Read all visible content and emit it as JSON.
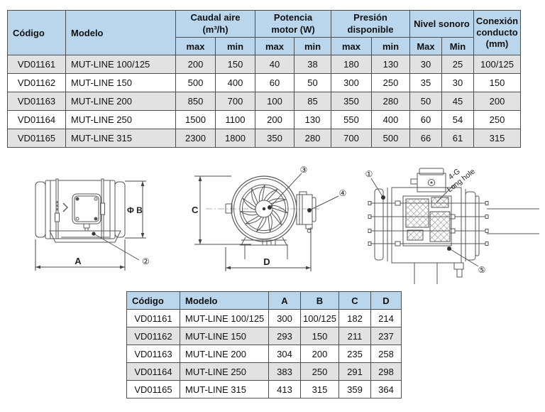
{
  "colors": {
    "header_blue": "#b9d6ed",
    "row_gray": "#e2e2e2",
    "row_white": "#ffffff",
    "border": "#4d4d4d",
    "line_gray": "#555555"
  },
  "spec_table": {
    "header": {
      "codigo": "Código",
      "modelo": "Modelo",
      "caudal": [
        "Caudal aire",
        "(m³/h)"
      ],
      "potencia": [
        "Potencia",
        "motor (W)"
      ],
      "presion": [
        "Presión",
        "disponible"
      ],
      "nivel": "Nivel sonoro",
      "conexion": [
        "Conexión",
        "conducto",
        "(mm)"
      ],
      "max_lc": "max",
      "min_lc": "min",
      "max_uc": "Max",
      "min_uc": "Min"
    },
    "rows": [
      [
        "VD01161",
        "MUT-LINE 100/125",
        "200",
        "150",
        "40",
        "38",
        "180",
        "130",
        "30",
        "25",
        "100/125"
      ],
      [
        "VD01162",
        "MUT-LINE 150",
        "500",
        "400",
        "60",
        "50",
        "300",
        "250",
        "35",
        "30",
        "150"
      ],
      [
        "VD01163",
        "MUT-LINE 200",
        "850",
        "700",
        "100",
        "85",
        "350",
        "280",
        "50",
        "45",
        "200"
      ],
      [
        "VD01164",
        "MUT-LINE 250",
        "1500",
        "1100",
        "200",
        "130",
        "550",
        "400",
        "60",
        "54",
        "250"
      ],
      [
        "VD01165",
        "MUT-LINE 315",
        "2300",
        "1800",
        "350",
        "280",
        "700",
        "500",
        "66",
        "61",
        "315"
      ]
    ]
  },
  "dims_table": {
    "header": [
      "Código",
      "Modelo",
      "A",
      "B",
      "C",
      "D"
    ],
    "rows": [
      [
        "VD01161",
        "MUT-LINE 100/125",
        "300",
        "100/125",
        "182",
        "214"
      ],
      [
        "VD01162",
        "MUT-LINE 150",
        "293",
        "150",
        "211",
        "237"
      ],
      [
        "VD01163",
        "MUT-LINE 200",
        "304",
        "200",
        "235",
        "258"
      ],
      [
        "VD01164",
        "MUT-LINE 250",
        "383",
        "250",
        "291",
        "298"
      ],
      [
        "VD01165",
        "MUT-LINE 315",
        "413",
        "315",
        "359",
        "364"
      ]
    ]
  },
  "drawings": {
    "side_view": {
      "dim_a": "A",
      "dim_b": "Φ B",
      "callout_2": "②"
    },
    "front_view": {
      "dim_c": "C",
      "dim_d": "D",
      "callout_3": "③",
      "callout_4": "④"
    },
    "rear_view": {
      "callout_1": "①",
      "callout_5": "⑤",
      "hole_note_1": "4-G",
      "hole_note_2": "Long hole"
    }
  }
}
